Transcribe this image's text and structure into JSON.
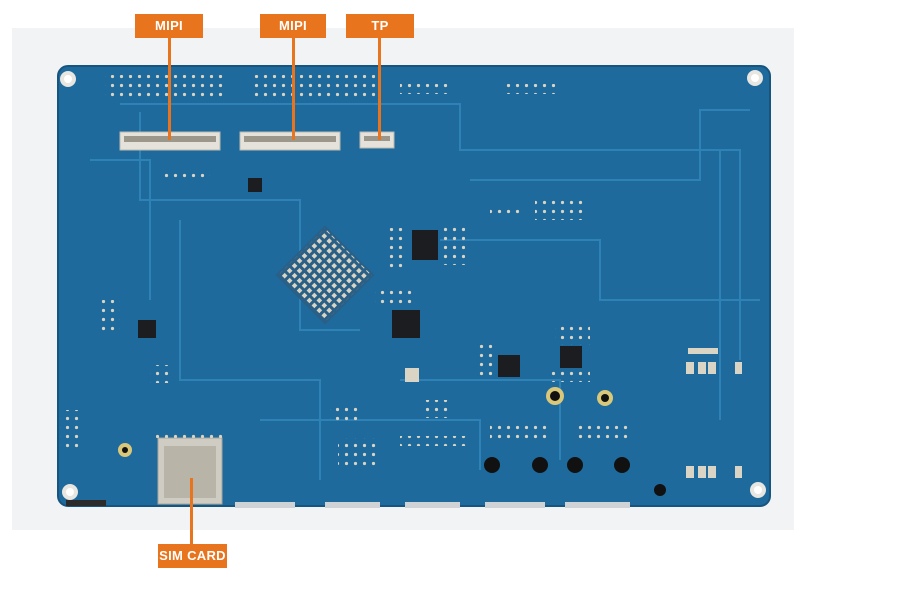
{
  "colors": {
    "board": "#1f6a9c",
    "board_edge": "#17557f",
    "trace": "#2f82b6",
    "pad": "#d9d4c3",
    "chip": "#1b1d20",
    "callout": "#e8741e"
  },
  "callouts": [
    {
      "key": "mipi-1",
      "label": "MIPI"
    },
    {
      "key": "mipi-2",
      "label": "MIPI"
    },
    {
      "key": "tp",
      "label": "TP"
    },
    {
      "key": "sim",
      "label": "SIM CARD"
    }
  ]
}
